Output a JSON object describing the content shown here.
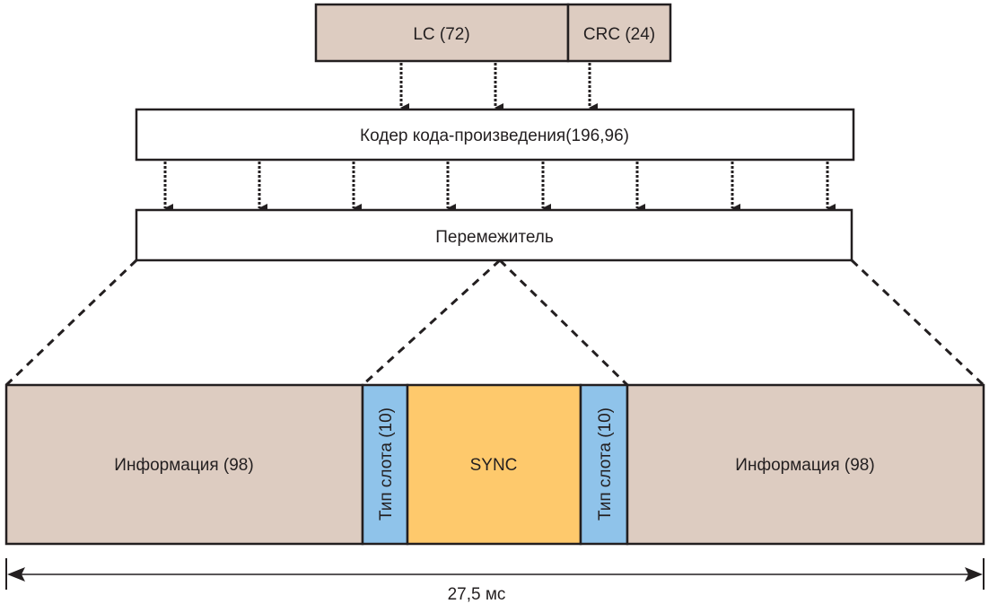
{
  "diagram": {
    "input": {
      "lc_label": "LC (72)",
      "crc_label": "CRC (24)"
    },
    "encoder": {
      "label": "Кодер кода-произведения(196,96)"
    },
    "interleaver": {
      "label": "Перемежитель"
    },
    "burst": {
      "segments": [
        {
          "id": "info-left",
          "label": "Информация (98)",
          "color": "#ddccc1"
        },
        {
          "id": "slot-type-left",
          "label": "Тип слота (10)",
          "color": "#8fc3ea"
        },
        {
          "id": "sync",
          "label": "SYNC",
          "color": "#fec96c"
        },
        {
          "id": "slot-type-right",
          "label": "Тип слота (10)",
          "color": "#8fc3ea"
        },
        {
          "id": "info-right",
          "label": "Информация (98)",
          "color": "#ddccc1"
        }
      ]
    },
    "duration": {
      "label": "27,5 мс"
    },
    "colors": {
      "input_fill": "#ddccc1",
      "line": "#231f20"
    }
  }
}
